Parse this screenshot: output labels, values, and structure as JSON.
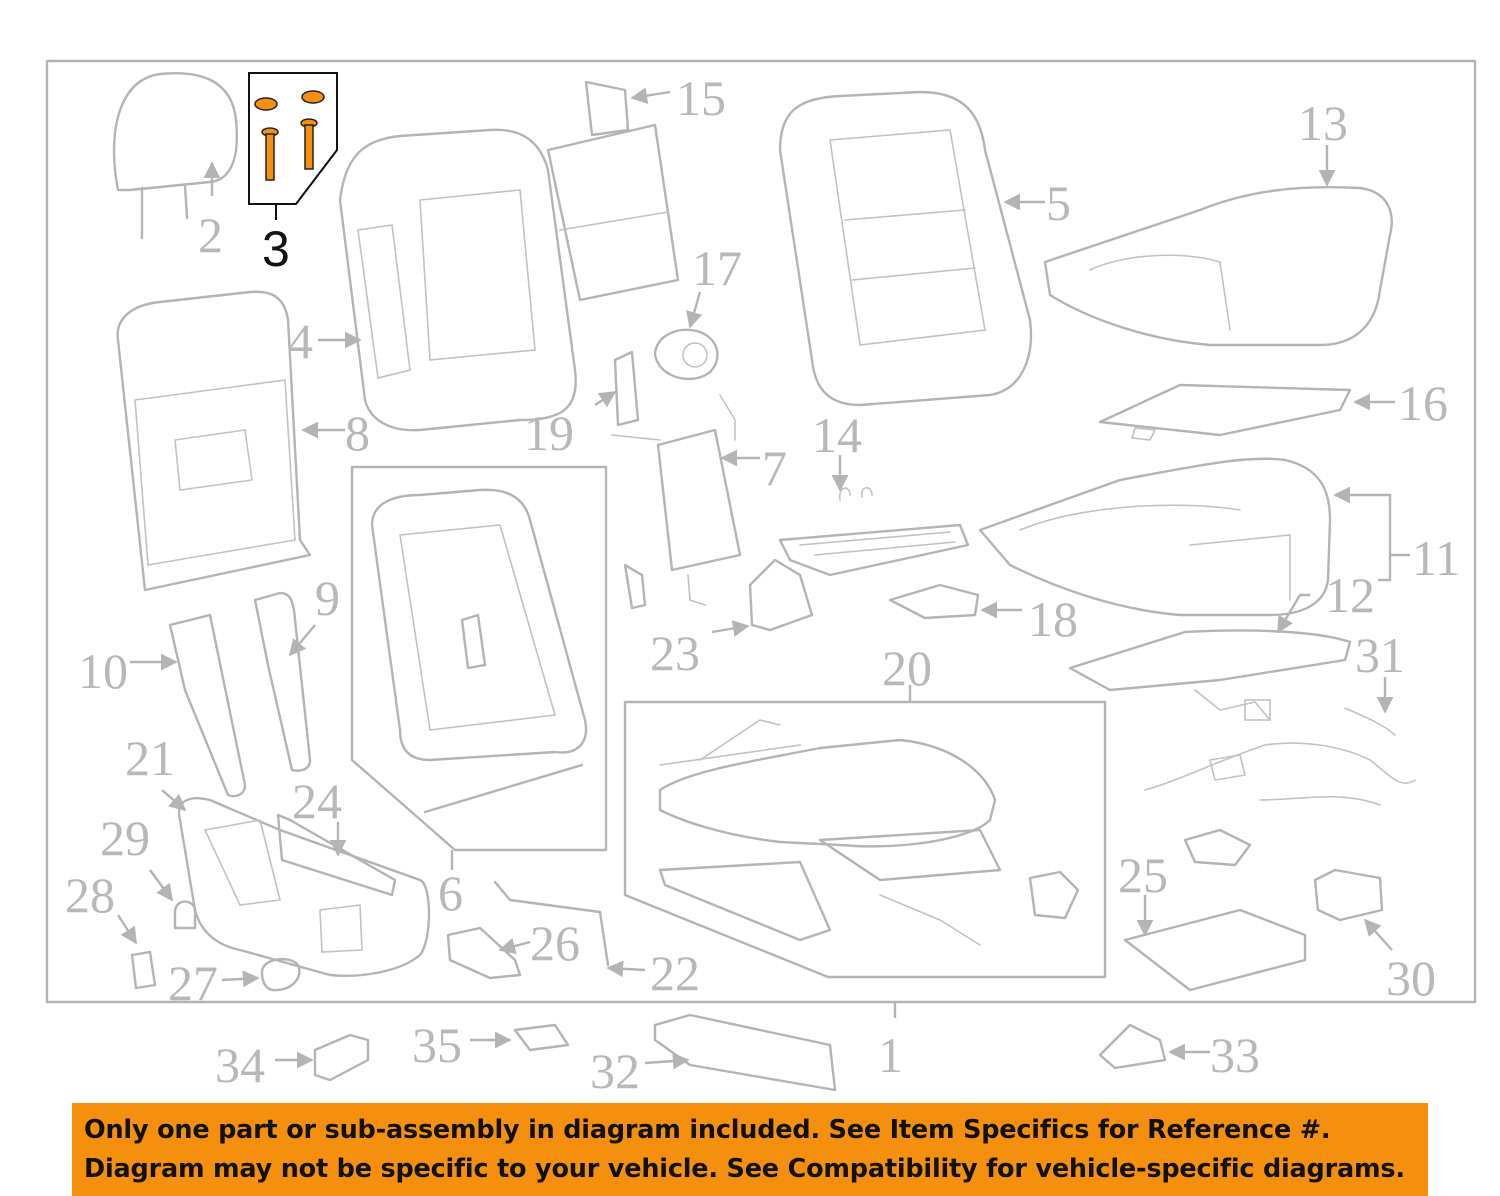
{
  "labels": {
    "1": "1",
    "2": "2",
    "3": "3",
    "4": "4",
    "5": "5",
    "6": "6",
    "7": "7",
    "8": "8",
    "9": "9",
    "10": "10",
    "11": "11",
    "12": "12",
    "13": "13",
    "14": "14",
    "15": "15",
    "16": "16",
    "17": "17",
    "18": "18",
    "19": "19",
    "20": "20",
    "21": "21",
    "22": "22",
    "23": "23",
    "24": "24",
    "25": "25",
    "26": "26",
    "27": "27",
    "28": "28",
    "29": "29",
    "30": "30",
    "31": "31",
    "32": "32",
    "33": "33",
    "34": "34",
    "35": "35"
  },
  "highlight_color": "#f5900e",
  "banner": {
    "line1": "Only one part or sub-assembly in diagram included. See Item Specifics for Reference #.",
    "line2": "Diagram may not be specific to your vehicle. See Compatibility for vehicle-specific diagrams."
  }
}
